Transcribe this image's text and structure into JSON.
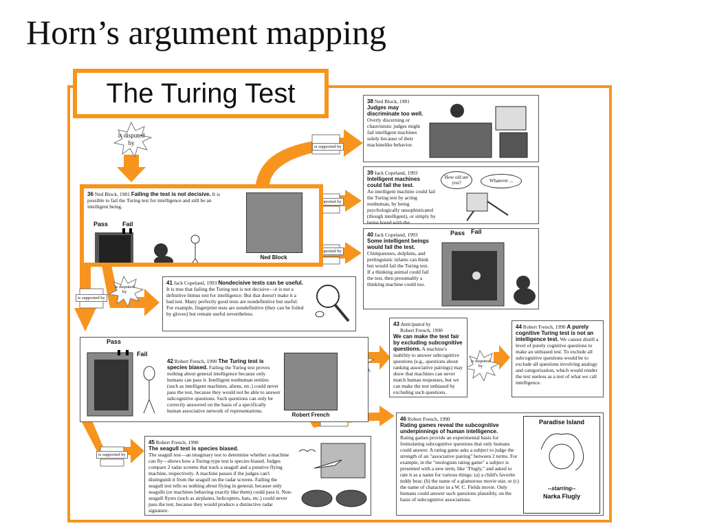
{
  "slide_title": "Horn’s argument mapping",
  "map_title": "The Turing Test",
  "relations": {
    "is_disputed_by": "is disputed by",
    "is_supported_by": "is supported by"
  },
  "pass_label": "Pass",
  "fail_label": "Fail",
  "colors": {
    "accent": "#f7941d"
  },
  "cards": {
    "c36": {
      "num": "36",
      "author": "Ned Block, 1981",
      "claim": "Failing the test is not decisive.",
      "body": "It is possible to fail the Turing test for intelligence and still be an intelligent being.",
      "caption": "Ned Block"
    },
    "c38": {
      "num": "38",
      "author": "Ned Block, 1981",
      "claim": "Judges may discriminate too well.",
      "body": "Overly discerning or chauvinistic judges might fail intelligent machines solely because of their machinelike behavior."
    },
    "c39": {
      "num": "39",
      "author": "Jack Copeland, 1993",
      "claim": "Intelligent machines could fail the test.",
      "body": "An intelligent machine could fail the Turing test by acting nonhuman, by being psychologically unsophisticated (though intelligent), or simply by being bored with the proceedings.",
      "bubble1": "How old are you?",
      "bubble2": "Whatever ..."
    },
    "c40": {
      "num": "40",
      "author": "Jack Copeland, 1993",
      "claim": "Some intelligent beings would fail the test.",
      "body": "Chimpanzees, dolphins, and prelinguistic infants can think but would fail the Turing test. If a thinking animal could fail the test, then presumably a thinking machine could too."
    },
    "c41": {
      "num": "41",
      "author": "Jack Copeland, 1993",
      "claim": "Nondecisive tests can be useful.",
      "body": "It is true that failing the Turing test is not decisive—it is not a definitive litmus test for intelligence. But that doesn't make it a bad test. Many perfectly good tests are nondefinitive but useful. For example, fingerprint tests are nondefinitive (they can be foiled by gloves) but remain useful nevertheless."
    },
    "c42": {
      "num": "42",
      "author": "Robert French, 1990",
      "claim": "The Turing test is species biased.",
      "body": "Failing the Turing test proves nothing about general intelligence because only humans can pass it. Intelligent nonhuman entities (such as intelligent machines, aliens, etc.) could never pass the test, because they would not be able to answer subcognitive questions. Such questions can only be correctly answered on the basis of a specifically human associative network of representations.",
      "caption": "Robert French"
    },
    "c43": {
      "num": "43",
      "author": "Anticipated by",
      "author2": "Robert French, 1990",
      "claim": "We can make the test fair by excluding subcognitive questions.",
      "body": "A machine's inability to answer subcognitive questions (e.g., questions about ranking associative pairings) may show that machines can never match human responses, but we can make the test unbiased by excluding such questions."
    },
    "c44": {
      "num": "44",
      "author": "Robert French, 1990",
      "claim": "A purely cognitive Turing test is not an intelligence test.",
      "body": "We cannot distill a level of purely cognitive questions to make an unbiased test. To exclude all subcognitive questions would be to exclude all questions involving analogy and categorization, which would render the test useless as a test of what we call intelligence."
    },
    "c45": {
      "num": "45",
      "author": "Robert French, 1990",
      "claim": "The seagull test is species biased.",
      "body": "The seagull test—an imaginary test to determine whether a machine can fly—shows how a Turing-type test is species biased. Judges compare 2 radar screens that track a seagull and a putative flying machine, respectively. A machine passes if the judges can't distinguish it from the seagull on the radar screens. Failing the seagull test tells us nothing about flying in general, because only seagulls (or machines behaving exactly like them) could pass it. Non-seagull flyers (such as airplanes, helicopters, bats, etc.) could never pass the test, because they would produce a distinctive radar signature."
    },
    "c46": {
      "num": "46",
      "author": "Robert French, 1990",
      "claim": "Rating games reveal the subcognitive underpinnings of human intelligence.",
      "body": "Rating games provide an experimental basis for formulating subcognitive questions that only humans could answer. A rating game asks a subject to judge the strength of an \"associative pairing\" between 2 terms. For example, in the \"neologism rating game\" a subject is presented with a new term, like \"Flugly,\" and asked to rate it as a name for various things: (a) a child's favorite teddy bear, (b) the name of a glamorous movie star, or (c) the name of character in a W. C. Fields movie. Only humans could answer such questions plausibly, on the basis of subcognitive associations.",
      "poster_title": "Paradise Island",
      "poster_starring": "--starring--",
      "poster_name": "Narka Flugly"
    }
  }
}
